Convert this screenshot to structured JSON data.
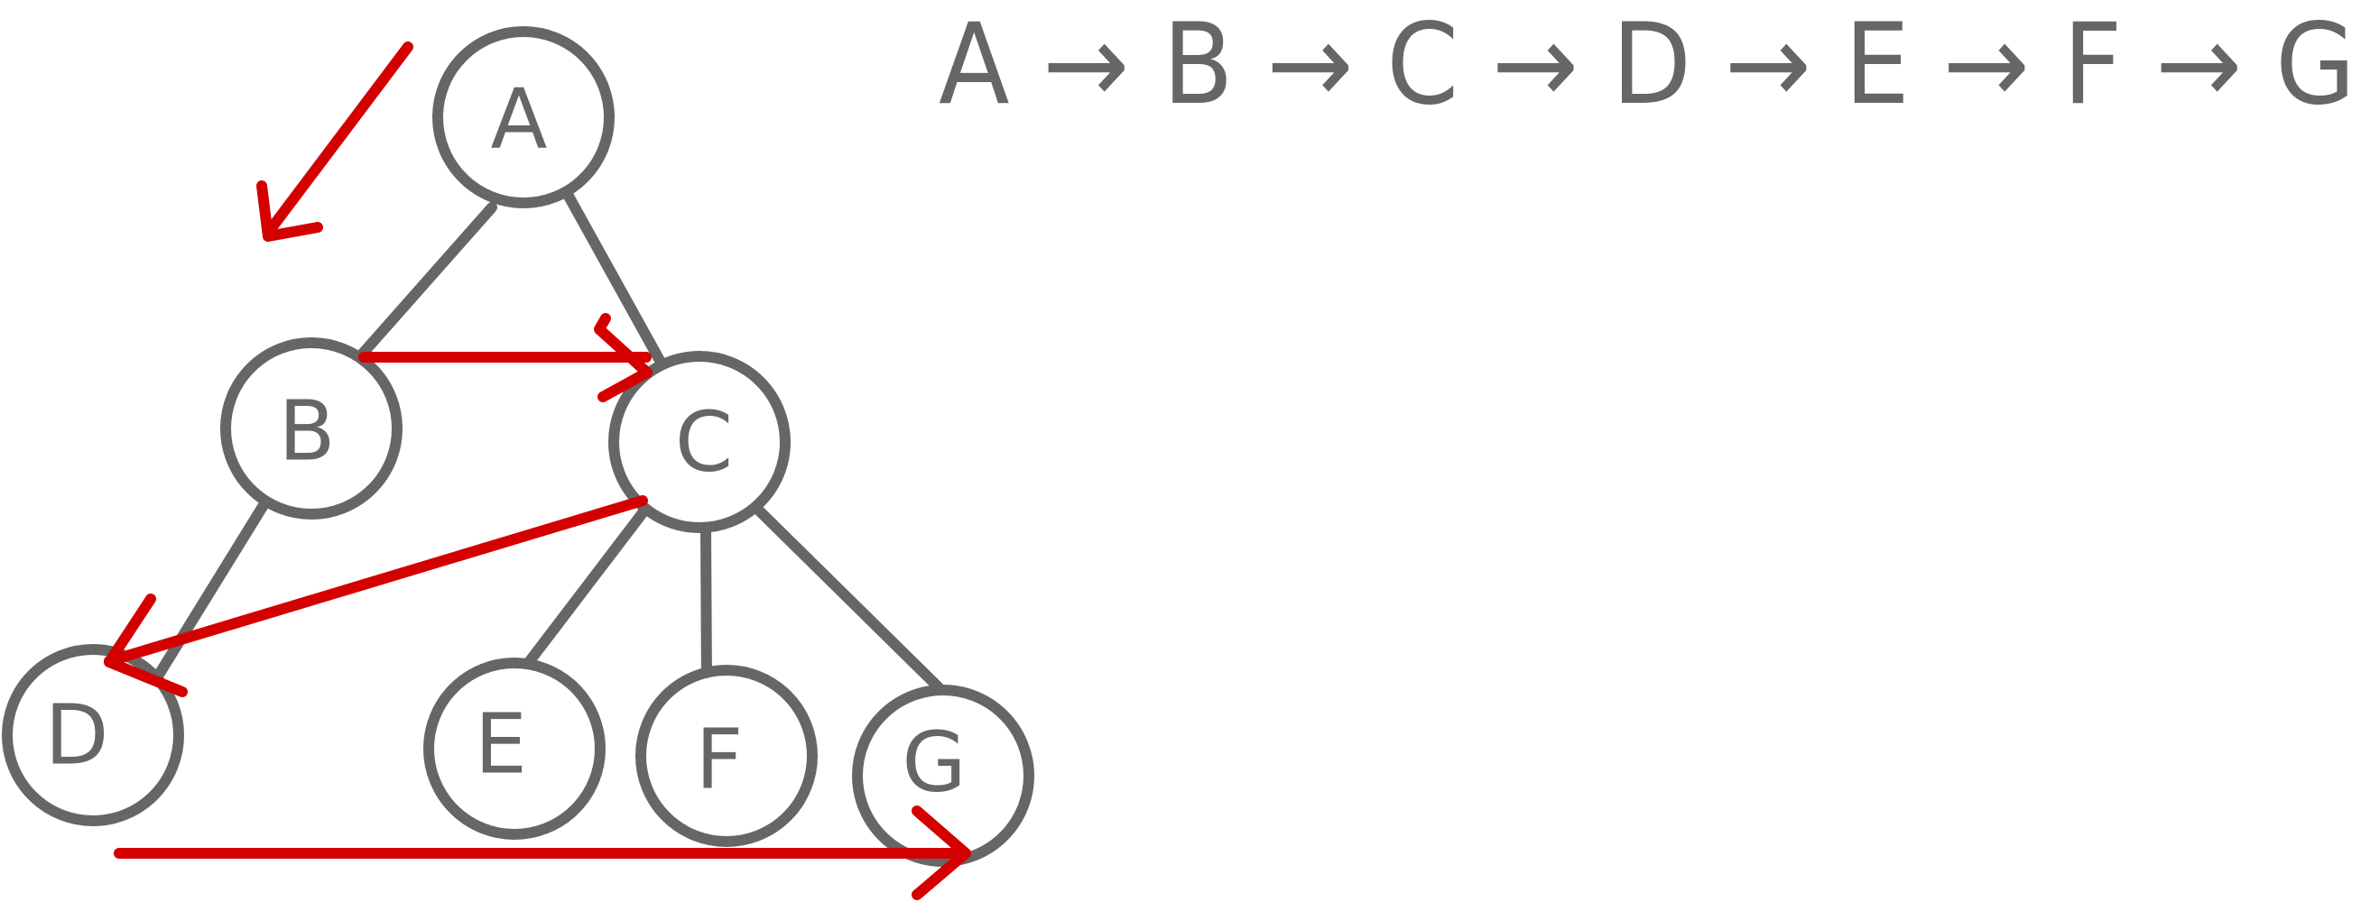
{
  "diagram": {
    "colors": {
      "tree": "#666666",
      "arrow": "#d40000",
      "background": "#ffffff"
    },
    "nodes": [
      {
        "id": "A",
        "label": "A"
      },
      {
        "id": "B",
        "label": "B"
      },
      {
        "id": "C",
        "label": "C"
      },
      {
        "id": "D",
        "label": "D"
      },
      {
        "id": "E",
        "label": "E"
      },
      {
        "id": "F",
        "label": "F"
      },
      {
        "id": "G",
        "label": "G"
      }
    ],
    "edges": [
      [
        "A",
        "B"
      ],
      [
        "A",
        "C"
      ],
      [
        "B",
        "D"
      ],
      [
        "C",
        "E"
      ],
      [
        "C",
        "F"
      ],
      [
        "C",
        "G"
      ]
    ],
    "sequence": "A → B → C → D → E → F → G"
  }
}
